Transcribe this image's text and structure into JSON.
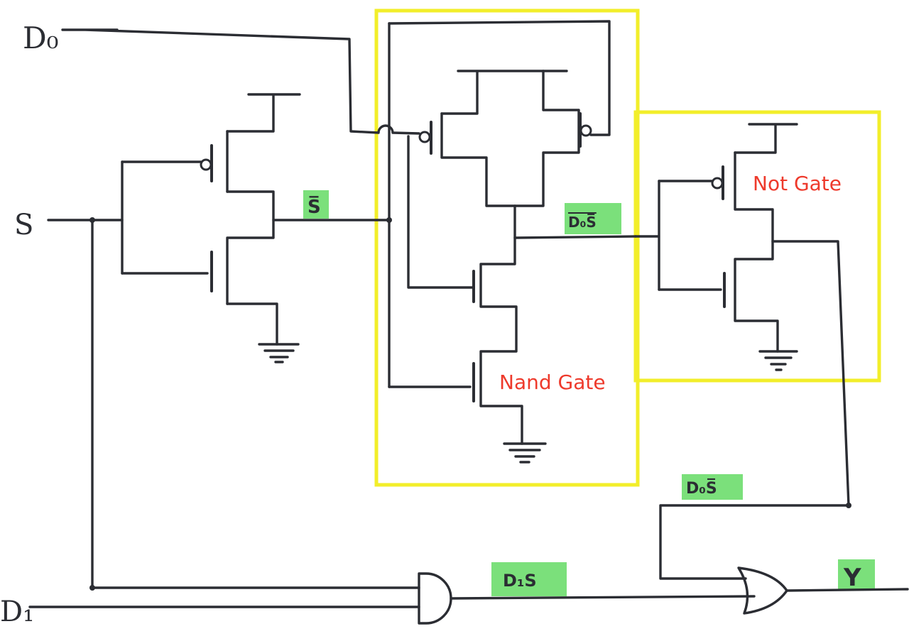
{
  "inputs": {
    "d0": "D₀",
    "s": "S",
    "d1": "D₁"
  },
  "signals": {
    "s_bar": "S̅",
    "nand_out": "D₀S̅",
    "not_out": "D₀S̅",
    "and_out": "D₁S",
    "y": "Y"
  },
  "labels": {
    "nand": "Nand Gate",
    "not": "Not Gate"
  },
  "colors": {
    "box": "#f2ee2a",
    "highlight": "#7be07b",
    "label": "#ee3a2c",
    "ink": "#2b2d33"
  }
}
